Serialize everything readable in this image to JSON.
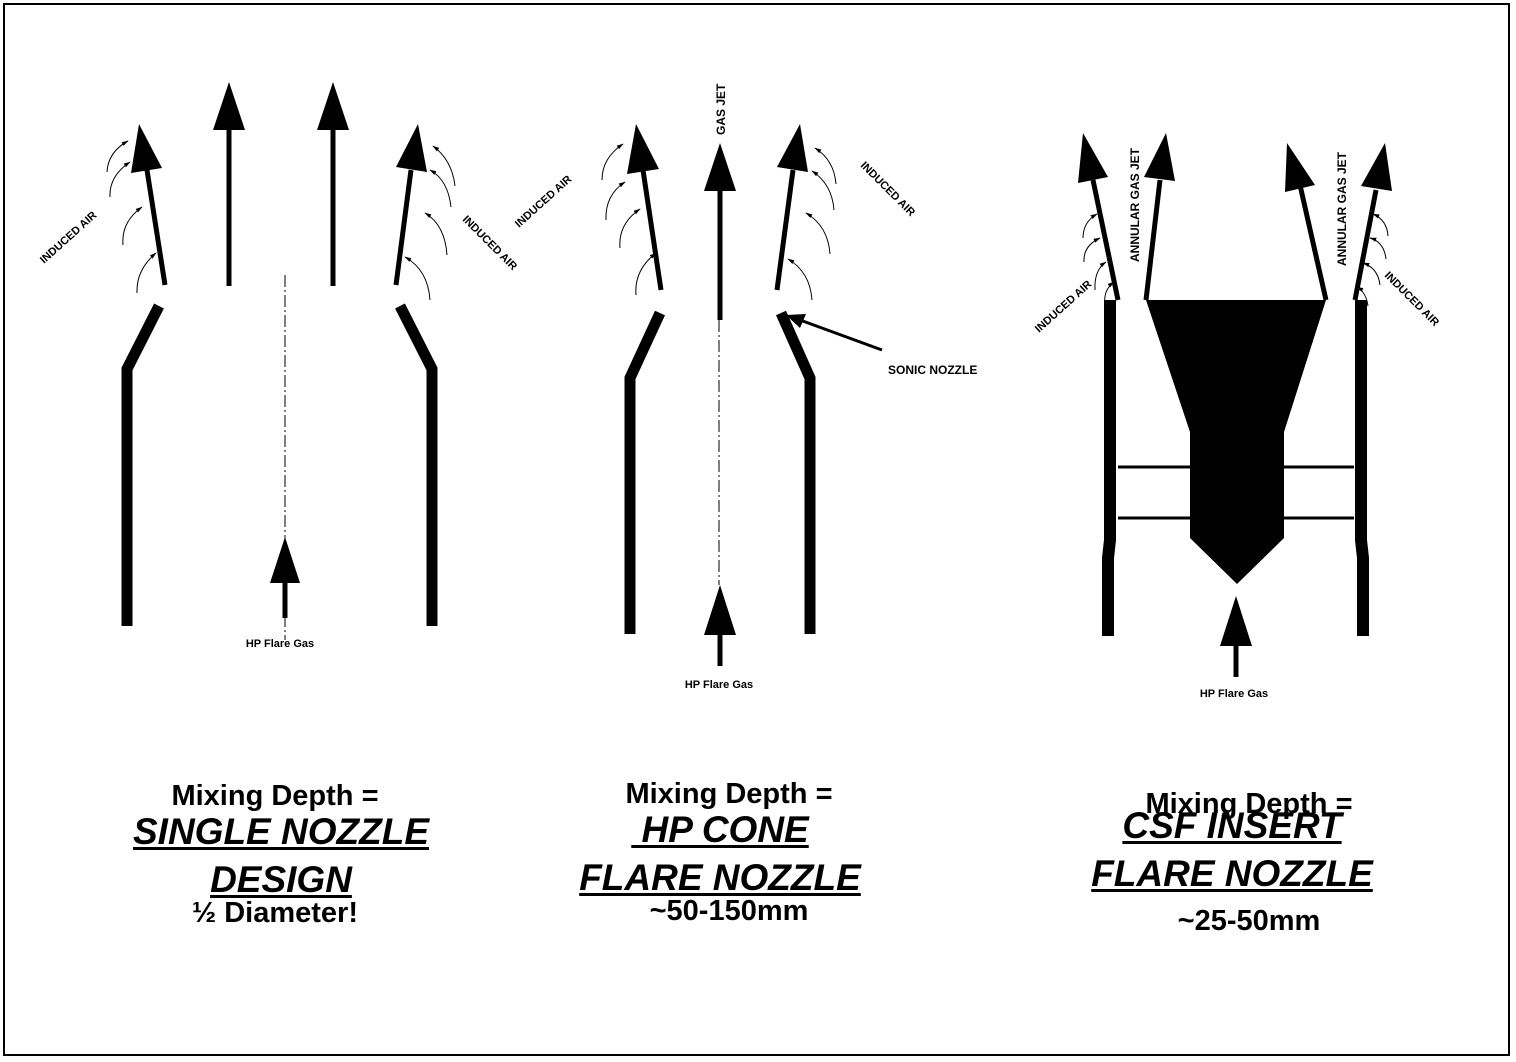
{
  "panels": [
    {
      "mixing_line1": "Mixing Depth =",
      "mixing_line2": "½ Diameter!",
      "title_line1": "SINGLE NOZZLE",
      "title_line2": "DESIGN",
      "label_gas": "HP Flare Gas",
      "label_air_left": "INDUCED AIR",
      "label_air_right": "INDUCED AIR"
    },
    {
      "mixing_line1": "Mixing Depth =",
      "mixing_line2": "~50-150mm",
      "title_line1": " HP CONE",
      "title_line2": "FLARE NOZZLE",
      "label_gas": "HP Flare Gas",
      "label_air_left": "INDUCED AIR",
      "label_air_right": "INDUCED AIR",
      "label_jet": "GAS JET",
      "label_sonic": "SONIC NOZZLE"
    },
    {
      "mixing_line1": "Mixing Depth =",
      "mixing_line2": "~25-50mm",
      "title_line1": "CSF INSERT",
      "title_line2": "FLARE NOZZLE",
      "label_gas": "HP Flare Gas",
      "label_air_left": "INDUCED AIR",
      "label_air_right": "INDUCED AIR",
      "label_jet_left": "ANNULAR GAS JET",
      "label_jet_right": "ANNULAR GAS JET"
    }
  ]
}
